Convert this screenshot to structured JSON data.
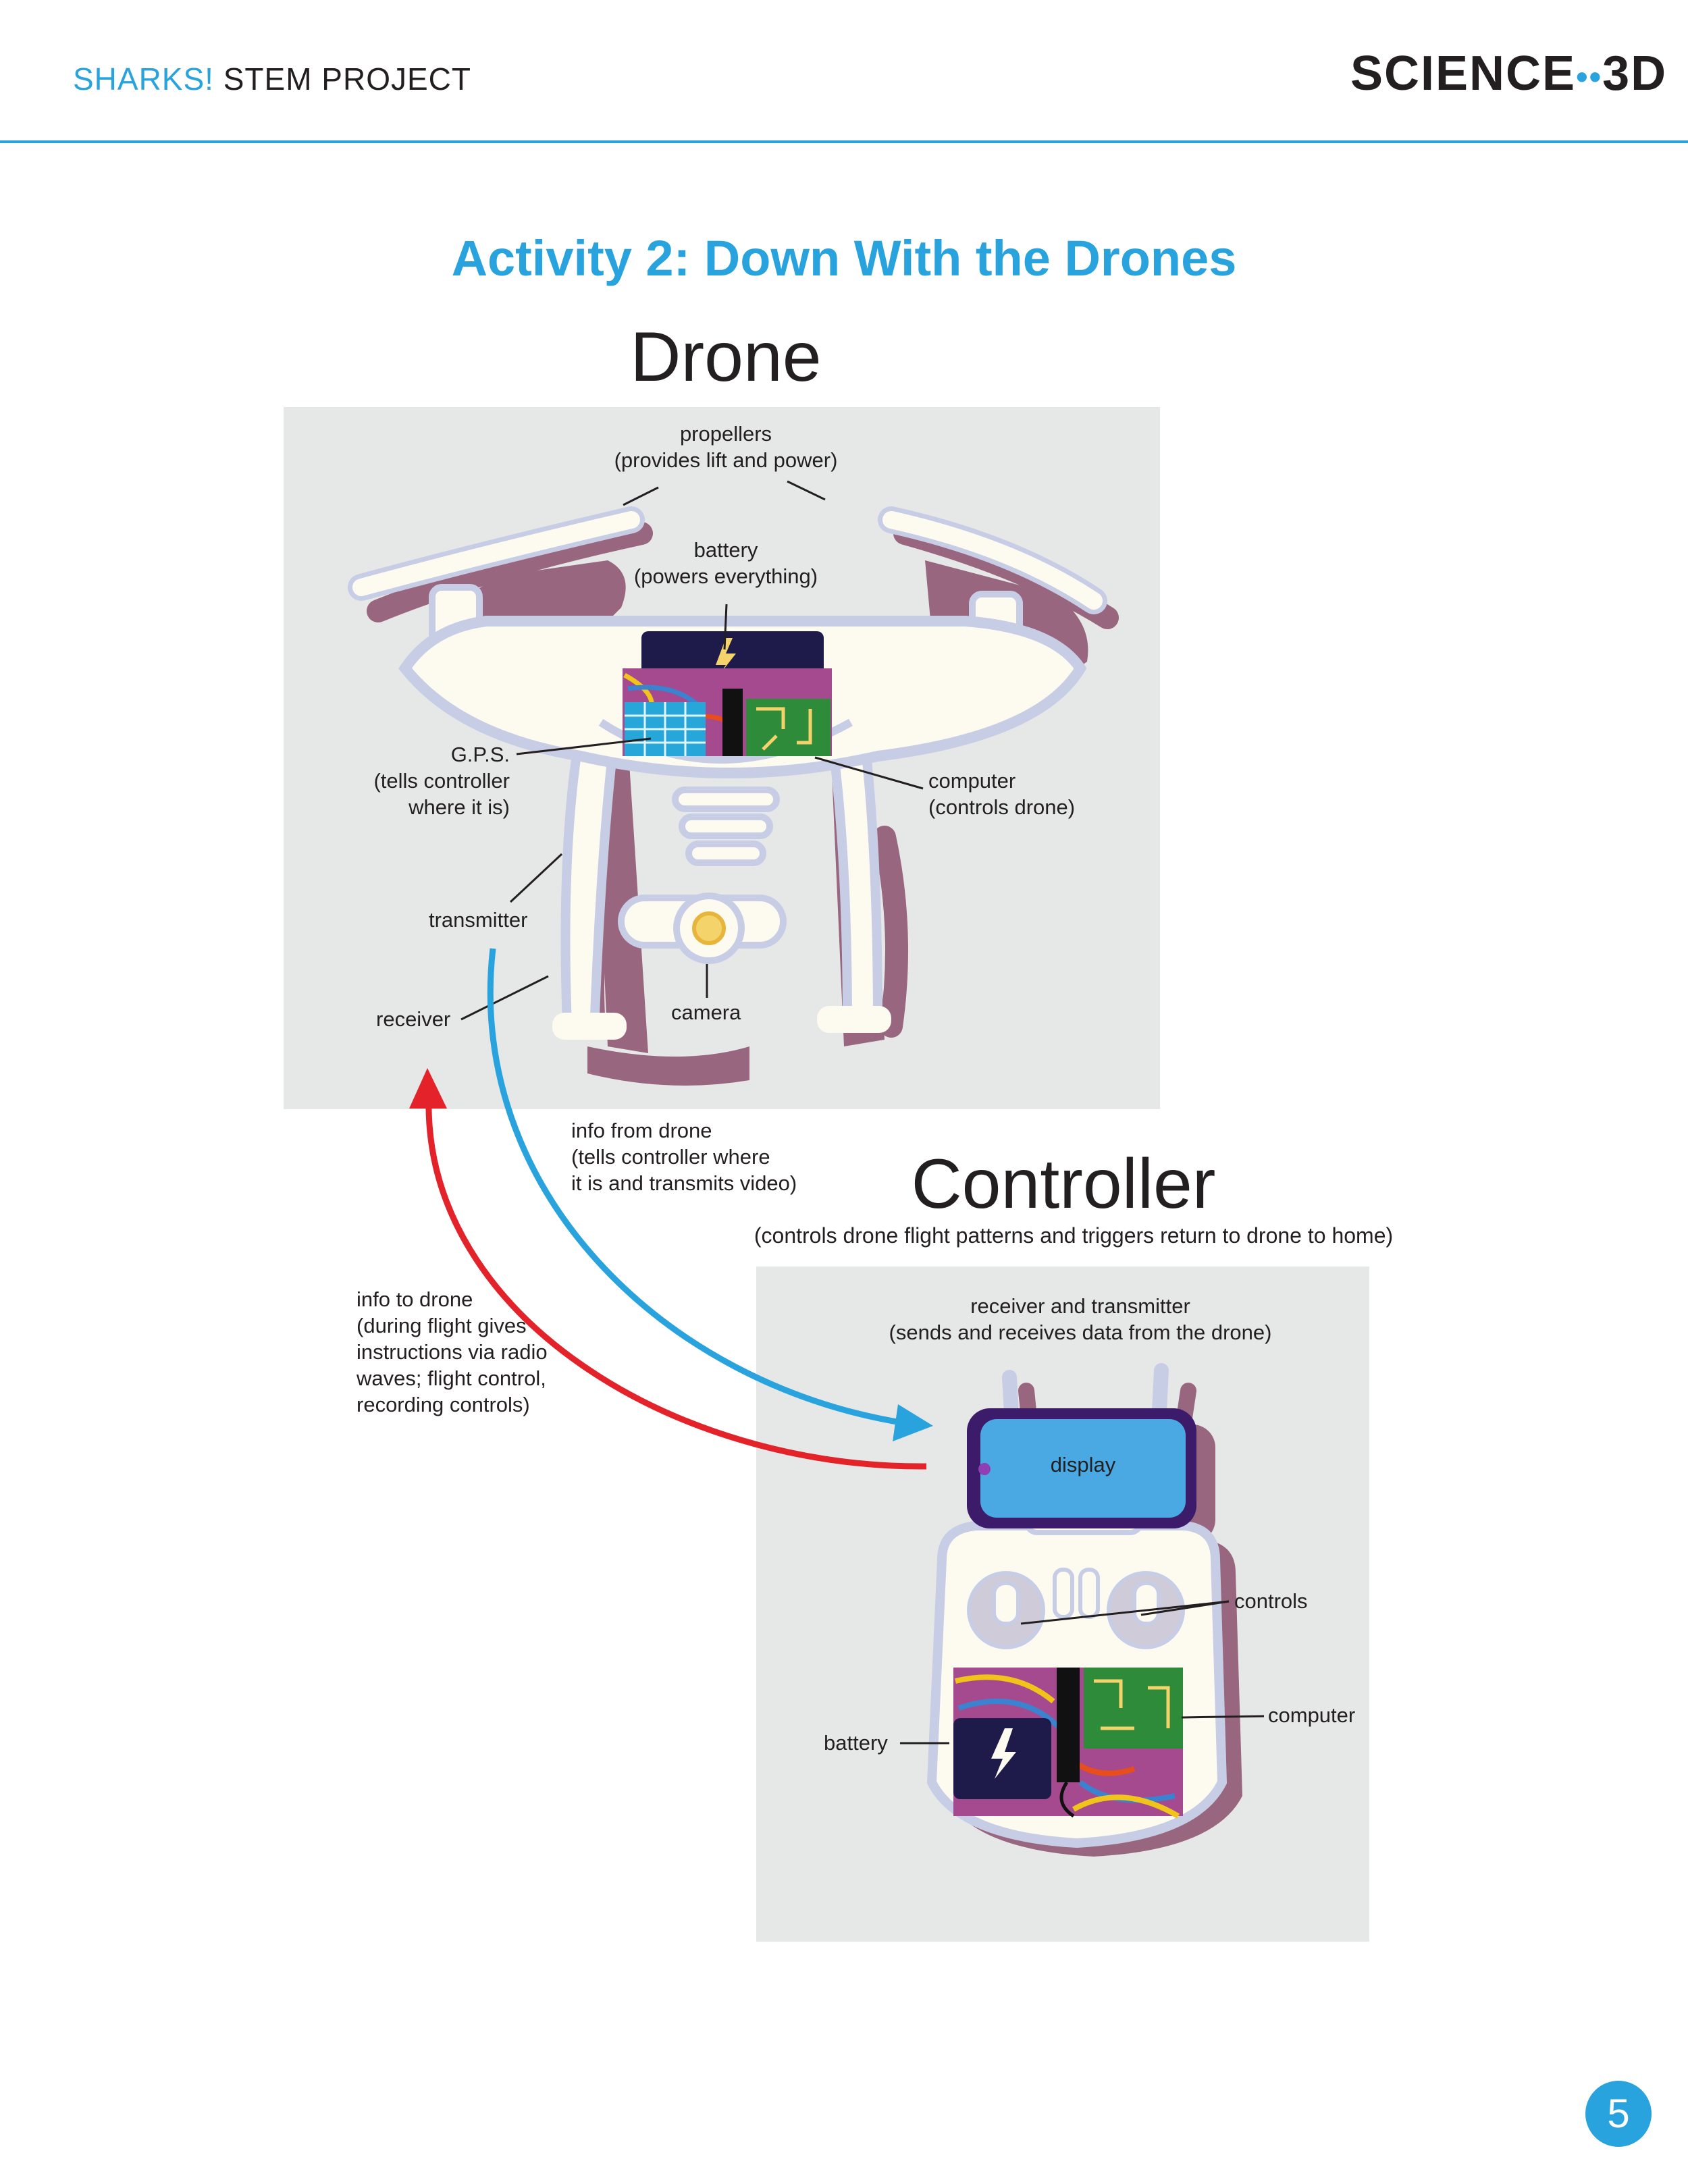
{
  "header": {
    "title_accent": "SHARKS!",
    "title_rest": " STEM PROJECT",
    "logo_left": "SCIENCE",
    "logo_dots": "••",
    "logo_right": "3D"
  },
  "activity_title": "Activity 2: Down With the Drones",
  "drone": {
    "heading": "Drone",
    "labels": {
      "propellers": "propellers",
      "propellers_desc": "(provides lift and power)",
      "battery": "battery",
      "battery_desc": "(powers everything)",
      "gps": "G.P.S.",
      "gps_desc_1": "(tells controller",
      "gps_desc_2": "where it is)",
      "computer": "computer",
      "computer_desc": "(controls drone)",
      "transmitter": "transmitter",
      "receiver": "receiver",
      "camera": "camera"
    }
  },
  "arrows": {
    "info_from_drone": [
      "info from drone",
      "(tells controller where",
      "it is and transmits video)"
    ],
    "info_to_drone": [
      "info to drone",
      "(during flight gives",
      "instructions via radio",
      "waves; flight control,",
      "recording controls)"
    ]
  },
  "controller": {
    "heading": "Controller",
    "subtitle": "(controls drone flight patterns and triggers return to drone to home)",
    "labels": {
      "receiver_transmitter": "receiver and transmitter",
      "receiver_transmitter_desc": "(sends and receives data from the drone)",
      "display": "display",
      "controls": "controls",
      "computer": "computer",
      "battery": "battery"
    }
  },
  "colors": {
    "accent_blue": "#29a3dd",
    "arrow_red": "#e32229",
    "panel_gray": "#e6e8e7",
    "shadow_mauve": "#98667e",
    "outline_lavender": "#c8cde6",
    "battery_navy": "#1e1b4b",
    "display_blue": "#4aa9e3",
    "display_frame_purple": "#3c1b6b"
  },
  "page_number": "5"
}
